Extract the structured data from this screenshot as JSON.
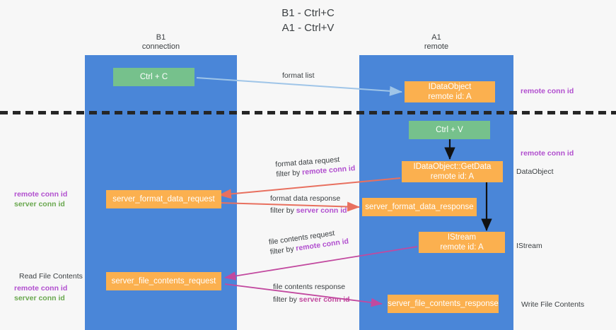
{
  "title": "B1 - Ctrl+C\nA1 - Ctrl+V",
  "columns": {
    "left": {
      "name": "B1",
      "role": "connection",
      "text": "B1\nconnection"
    },
    "right": {
      "name": "A1",
      "role": "remote",
      "text": "A1\nremote"
    }
  },
  "boxes": {
    "ctrl_c": "Ctrl + C",
    "ctrl_v": "Ctrl + V",
    "idataobject": "IDataObject\nremote id: A",
    "idataobject_getdata": "IDataObject::GetData\nremote id: A",
    "istream": "IStream\nremote id: A",
    "server_format_data_request": "server_format_data_request",
    "server_format_data_response": "server_format_data_response",
    "server_file_contents_request": "server_file_contents_request",
    "server_file_contents_response": "server_file_contents_response"
  },
  "edge_labels": {
    "format_list": "format list",
    "format_data_request": "format data request",
    "format_data_request_filter_prefix": "filter by ",
    "format_data_request_filter_key": "remote conn id",
    "format_data_response": "format data response",
    "format_data_response_filter_prefix": "filter by ",
    "format_data_response_filter_key": "server conn id",
    "file_contents_request": "file contents request",
    "file_contents_request_filter_prefix": "filter by ",
    "file_contents_request_filter_key": "remote conn id",
    "file_contents_response": "file contents response",
    "file_contents_response_filter_prefix": "filter by ",
    "file_contents_response_filter_key": "server conn id"
  },
  "annotations": {
    "right_remote_conn_id_top": "remote conn id",
    "right_remote_conn_id_mid": "remote conn id",
    "right_dataobject": "DataObject",
    "right_istream": "IStream",
    "right_write_file_contents": "Write File Contents",
    "left_remote_conn_id_mid": "remote conn id",
    "left_server_conn_id_mid": "server conn id",
    "left_read_file_contents": "Read File Contents",
    "left_remote_conn_id_low": "remote conn id",
    "left_server_conn_id_low": "server conn id"
  },
  "colors": {
    "lane": "#4a86d8",
    "box_green": "#76c18c",
    "box_orange": "#fbb04f",
    "purple": "#b14fcf",
    "green": "#6aa84f",
    "arrow_blue": "#9fc5e8",
    "arrow_red": "#e8705f",
    "arrow_magenta": "#c2499f",
    "arrow_black": "#000000",
    "background": "#f7f7f7"
  }
}
